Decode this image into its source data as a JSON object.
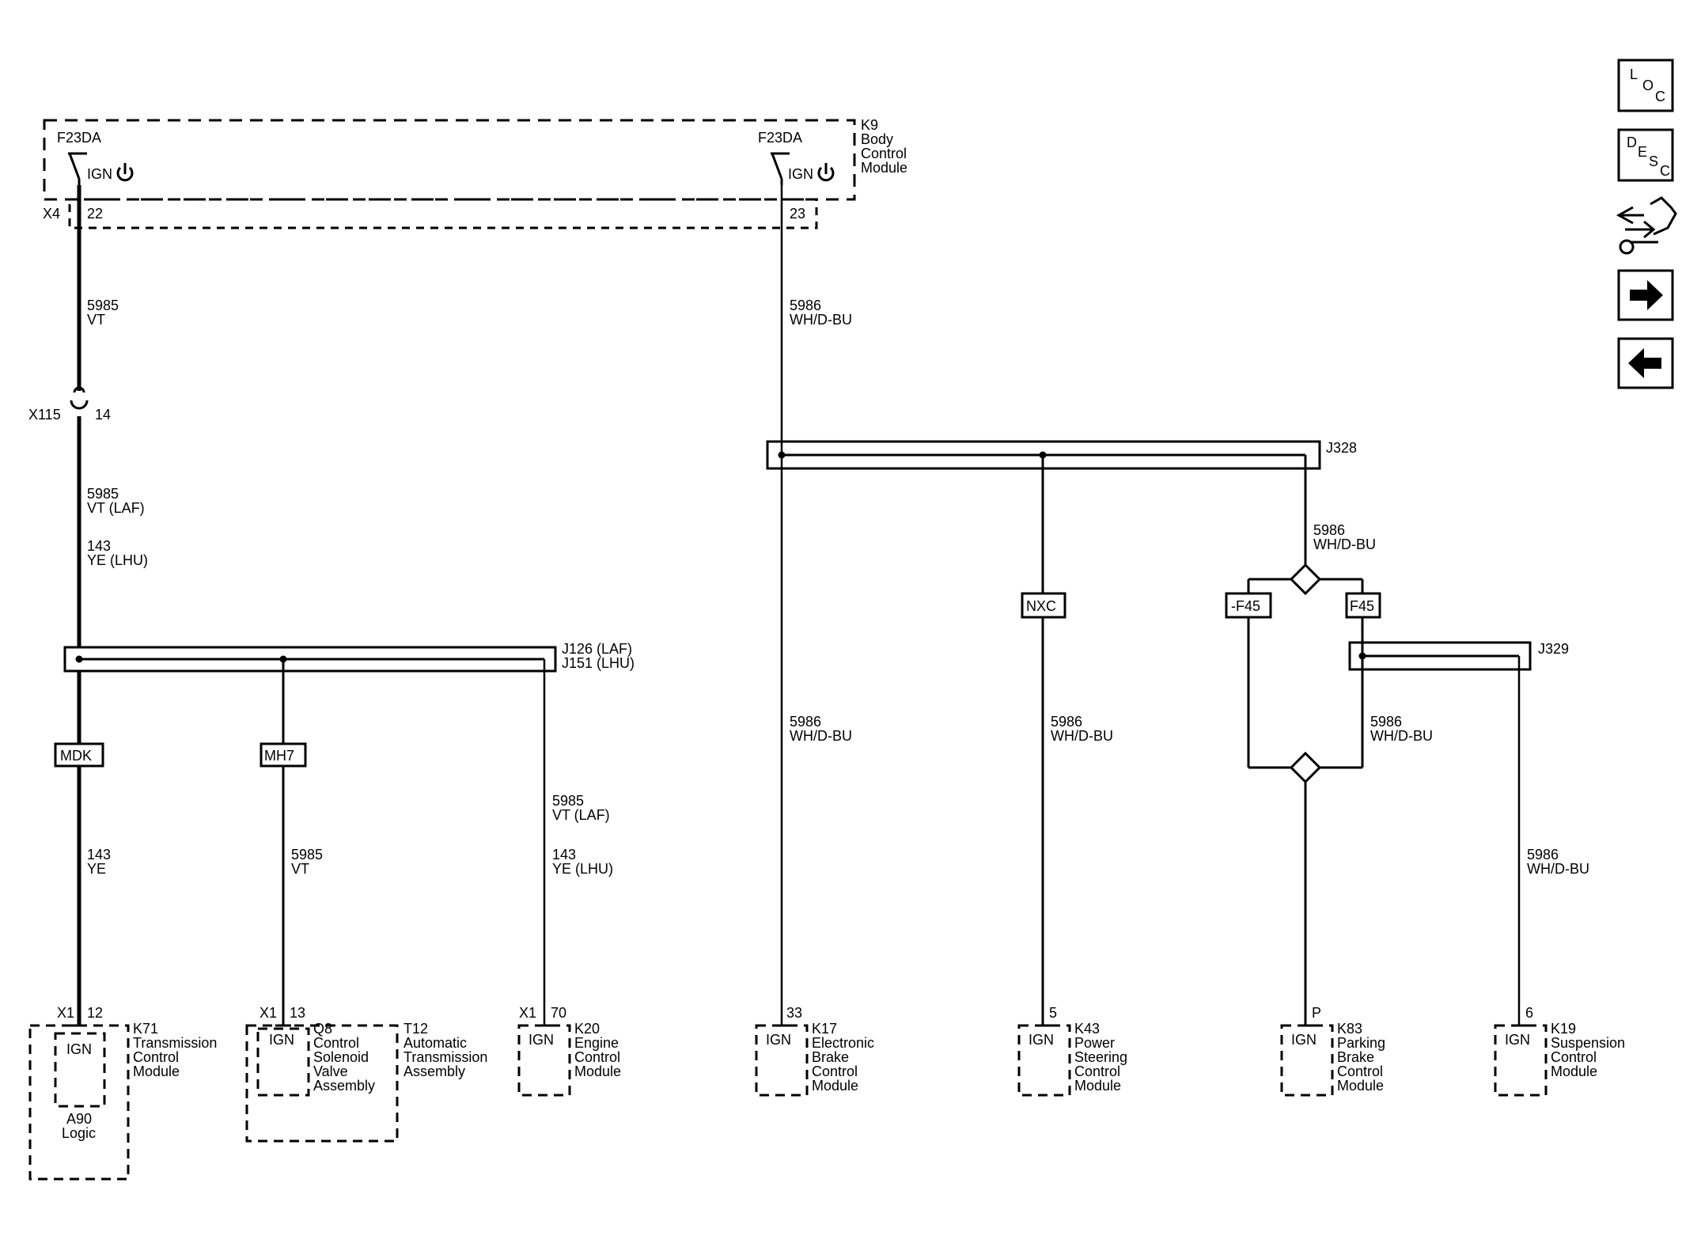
{
  "bcm": {
    "ref": "K9",
    "name_lines": [
      "Body",
      "Control",
      "Module"
    ],
    "fuse_left": "F23DA",
    "fuse_right": "F23DA",
    "ign_label": "IGN",
    "connector": "X4",
    "pin_left": "22",
    "pin_right": "23"
  },
  "wires": {
    "w5985_vt": [
      "5985",
      "VT"
    ],
    "w5986_top": [
      "5986",
      "WH/D-BU"
    ],
    "inline_connector": "X115",
    "inline_pin": "14",
    "w_lower_laf": [
      "5985",
      "VT (LAF)"
    ],
    "w_lower_lhu": [
      "143",
      "YE (LHU)"
    ],
    "w_k71": [
      "143",
      "YE"
    ],
    "w_q8": [
      "5985",
      "VT"
    ],
    "w_k20_laf": [
      "5985",
      "VT (LAF)"
    ],
    "w_k20_lhu": [
      "143",
      "YE (LHU)"
    ],
    "w_k17": [
      "5986",
      "WH/D-BU"
    ],
    "w_k43": [
      "5986",
      "WH/D-BU"
    ],
    "w_j328_right": [
      "5986",
      "WH/D-BU"
    ],
    "w_k83": [
      "5986",
      "WH/D-BU"
    ],
    "w_k19": [
      "5986",
      "WH/D-BU"
    ]
  },
  "splices": {
    "j126": [
      "J126 (LAF)",
      "J151 (LHU)"
    ],
    "j328": "J328",
    "j329": "J329"
  },
  "options": {
    "mdk": "MDK",
    "mh7": "MH7",
    "nxc": "NXC",
    "nf45": "-F45",
    "f45": "F45"
  },
  "modules": [
    {
      "ref": "K71",
      "name_lines": [
        "Transmission",
        "Control",
        "Module"
      ],
      "connector": "X1",
      "pin": "12",
      "input": "IGN",
      "sub_ref": "A90",
      "sub_name": "Logic"
    },
    {
      "ref": "T12",
      "name_lines": [
        "Automatic",
        "Transmission",
        "Assembly"
      ],
      "connector": "X1",
      "pin": "13",
      "input": "IGN",
      "sub_ref": "Q8",
      "sub_name_lines": [
        "Control",
        "Solenoid",
        "Valve",
        "Assembly"
      ]
    },
    {
      "ref": "K20",
      "name_lines": [
        "Engine",
        "Control",
        "Module"
      ],
      "connector": "X1",
      "pin": "70",
      "input": "IGN"
    },
    {
      "ref": "K17",
      "name_lines": [
        "Electronic",
        "Brake",
        "Control",
        "Module"
      ],
      "pin": "33",
      "input": "IGN"
    },
    {
      "ref": "K43",
      "name_lines": [
        "Power",
        "Steering",
        "Control",
        "Module"
      ],
      "pin": "5",
      "input": "IGN"
    },
    {
      "ref": "K83",
      "name_lines": [
        "Parking",
        "Brake",
        "Control",
        "Module"
      ],
      "pin": "P",
      "input": "IGN"
    },
    {
      "ref": "K19",
      "name_lines": [
        "Suspension",
        "Control",
        "Module"
      ],
      "pin": "6",
      "input": "IGN"
    }
  ],
  "nav_buttons": {
    "loc": [
      "L",
      "O",
      "C"
    ],
    "desc": [
      "D",
      "E",
      "S",
      "C"
    ],
    "icons": [
      "connector-wrench-icon",
      "arrow-right-icon",
      "arrow-left-icon"
    ]
  }
}
